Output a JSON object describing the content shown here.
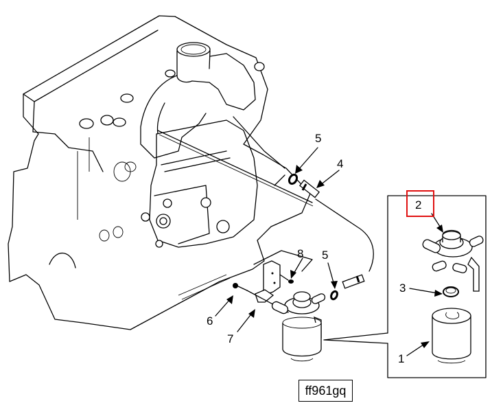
{
  "diagram": {
    "type": "exploded parts view",
    "subject": "engine fuel filter assembly",
    "figure_id": "ff961gq",
    "callouts": [
      {
        "id": "1",
        "part": "filter element"
      },
      {
        "id": "2",
        "part": "filter head",
        "highlighted": true
      },
      {
        "id": "3",
        "part": "sealing ring"
      },
      {
        "id": "4",
        "part": "fitting"
      },
      {
        "id": "5",
        "part": "o-ring (upper)"
      },
      {
        "id": "5",
        "part": "o-ring (lower)"
      },
      {
        "id": "6",
        "part": "bolt"
      },
      {
        "id": "7",
        "part": "bracket"
      },
      {
        "id": "8",
        "part": "bolt"
      }
    ],
    "highlight_color": "#e01010"
  }
}
